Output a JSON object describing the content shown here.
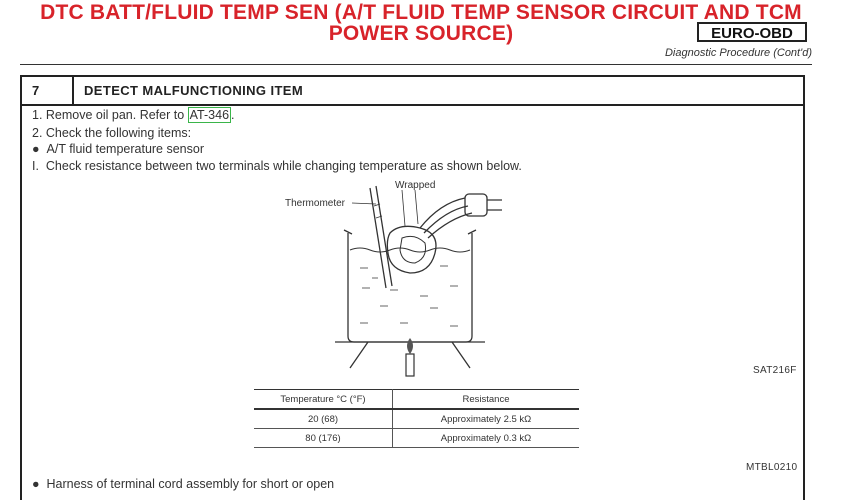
{
  "header": {
    "title_line1": "DTC BATT/FLUID TEMP SEN (A/T FLUID TEMP SENSOR CIRCUIT AND TCM",
    "title_line2": "POWER SOURCE)",
    "badge": "EURO-OBD",
    "subheading": "Diagnostic Procedure (Cont'd)"
  },
  "step": {
    "number": "7",
    "title": "DETECT MALFUNCTIONING ITEM"
  },
  "instructions": {
    "line1_prefix": "1.  Remove oil pan. Refer to ",
    "line1_link": "AT-346",
    "line1_suffix": ".",
    "line2": "2.  Check the following items:",
    "bullet1": "A/T fluid temperature sensor",
    "line3": "Check resistance between two terminals while changing temperature as shown below.",
    "line3_marker": "I."
  },
  "figure": {
    "label_wrapped": "Wrapped",
    "label_thermometer": "Thermometer",
    "code": "SAT216F"
  },
  "table": {
    "headers": [
      "Temperature °C (°F)",
      "Resistance"
    ],
    "rows": [
      [
        "20 (68)",
        "Approximately 2.5 kΩ"
      ],
      [
        "80 (176)",
        "Approximately 0.3 kΩ"
      ]
    ],
    "code": "MTBL0210"
  },
  "bottom": {
    "bullet2": "Harness of terminal cord assembly for short or open"
  }
}
